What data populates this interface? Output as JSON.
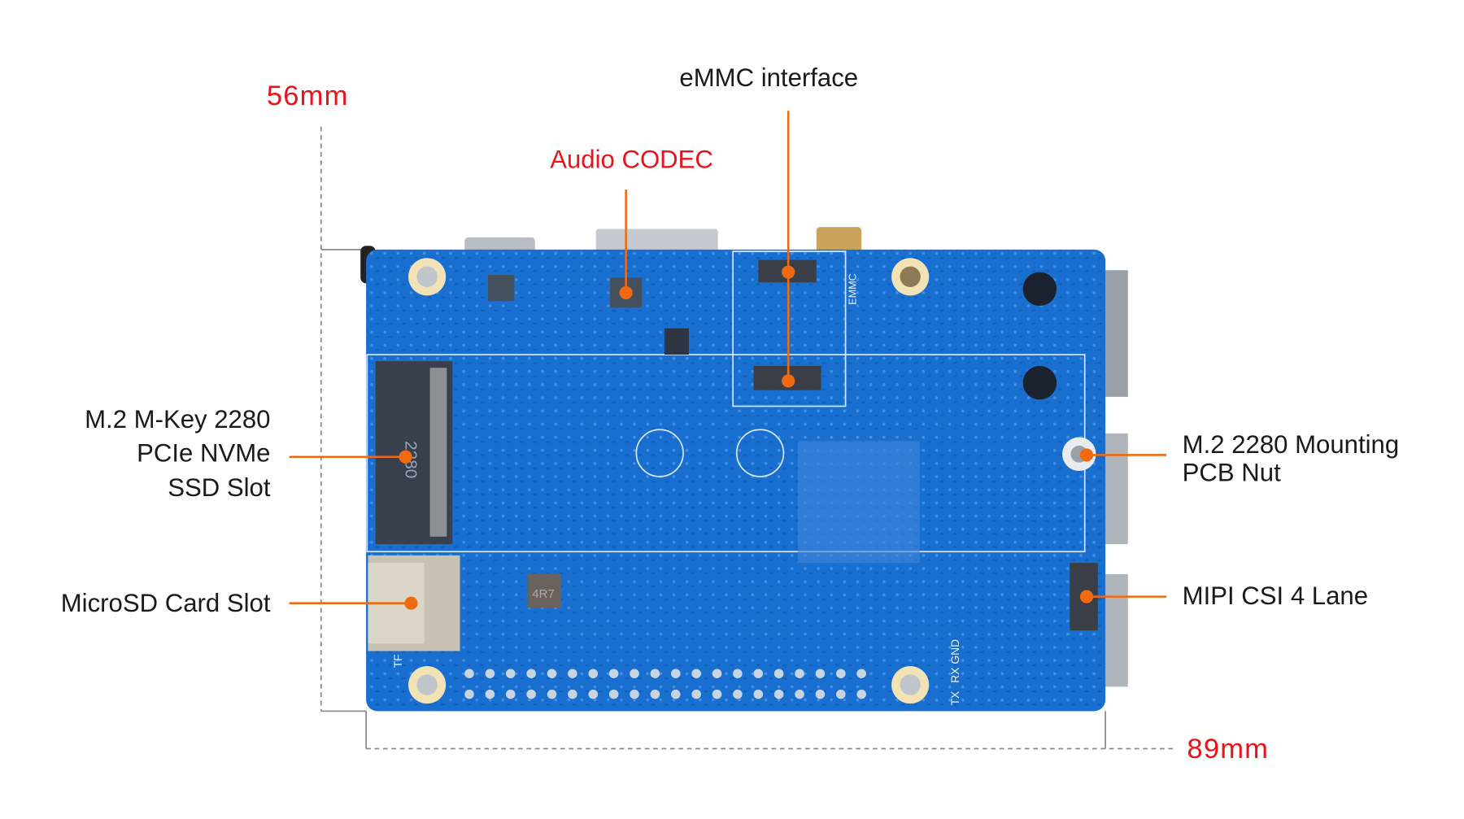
{
  "dimensions": {
    "height_label": "56mm",
    "width_label": "89mm"
  },
  "callouts": {
    "emmc": "eMMC interface",
    "audio": "Audio CODEC",
    "m2_line1": "M.2 M-Key 2280",
    "m2_line2": "PCIe NVMe",
    "m2_line3": "SSD Slot",
    "microsd": "MicroSD Card Slot",
    "nut_line1": "M.2 2280 Mounting",
    "nut_line2": "PCB Nut",
    "mipi": "MIPI CSI 4 Lane"
  },
  "board_silkscreen": {
    "emmc": "EMMC",
    "tx": "TX",
    "rx": "RX",
    "gnd": "GND",
    "tf": "TF",
    "inductor": "4R7",
    "m2_text": "2280"
  },
  "colors": {
    "pcb": "#1a6fd0",
    "leader": "#f26a10",
    "dimension": "#e8141b"
  }
}
